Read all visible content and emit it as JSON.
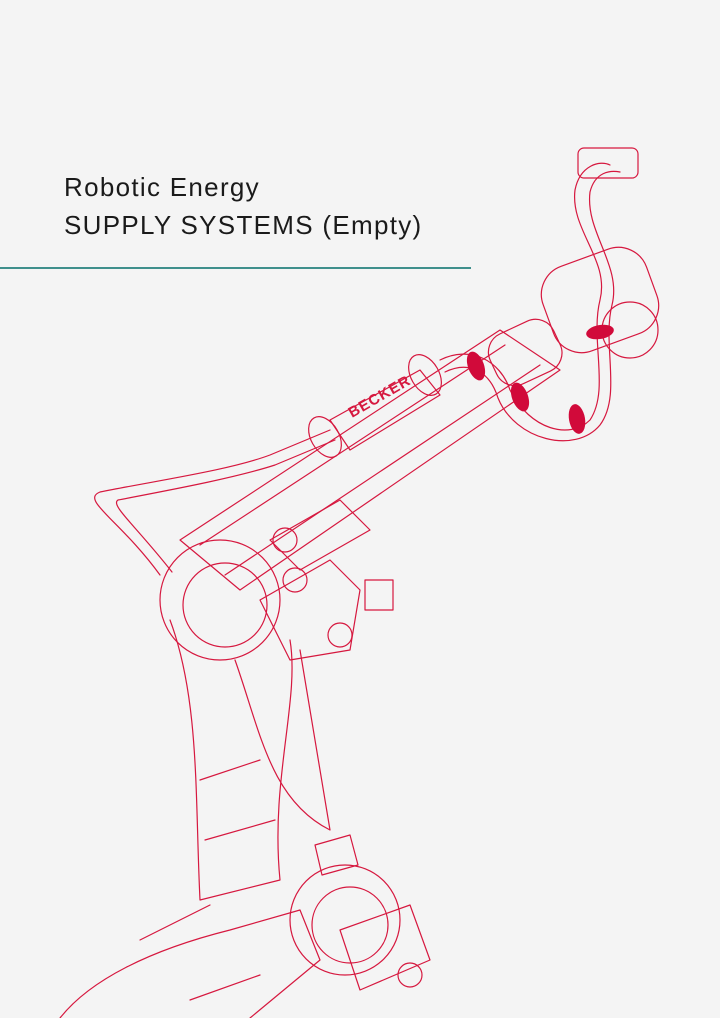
{
  "cover": {
    "title_line1": "Robotic Energy",
    "title_line2": "SUPPLY SYSTEMS (Empty)",
    "accent_color": "#3f8f8c",
    "drawing_color": "#d6183f"
  },
  "illustration": {
    "brand_label": "BECKER"
  }
}
